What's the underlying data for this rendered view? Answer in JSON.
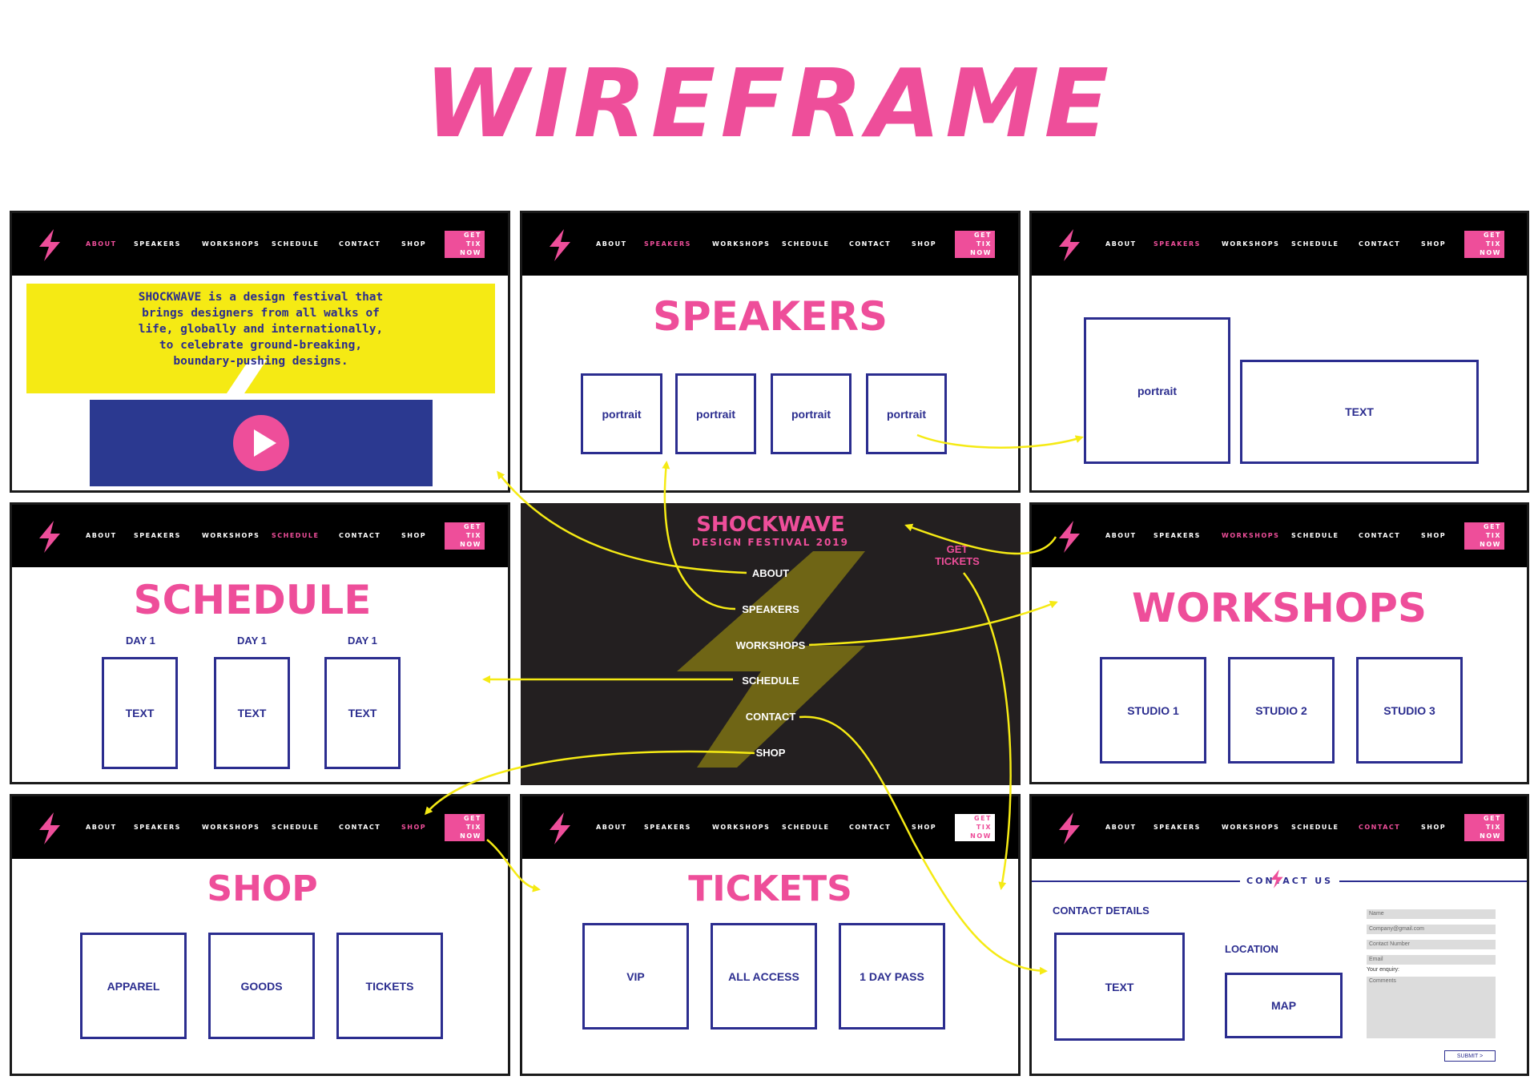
{
  "title": "WIREFRAME",
  "nav": {
    "about": "ABOUT",
    "speakers": "SPEAKERS",
    "workshops": "WORKSHOPS",
    "schedule": "SCHEDULE",
    "contact": "CONTACT",
    "shop": "SHOP",
    "tix_line1": "GET",
    "tix_line2": "TIX",
    "tix_line3": "NOW"
  },
  "about": {
    "intro": "SHOCKWAVE is a design festival that brings designers from all walks of life, globally and internationally, to celebrate ground-breaking, boundary-pushing designs."
  },
  "speakers": {
    "heading": "SPEAKERS",
    "portrait": "portrait"
  },
  "speaker_detail": {
    "portrait": "portrait",
    "text": "TEXT"
  },
  "schedule": {
    "heading": "SCHEDULE",
    "day": "DAY 1",
    "text": "TEXT"
  },
  "home": {
    "logo_line1": "SHOCKWAVE",
    "logo_line2": "DESIGN FESTIVAL 2019",
    "menu": [
      "ABOUT",
      "SPEAKERS",
      "WORKSHOPS",
      "SCHEDULE",
      "CONTACT",
      "SHOP"
    ],
    "get_tickets_line1": "GET",
    "get_tickets_line2": "TICKETS"
  },
  "workshops": {
    "heading": "WORKSHOPS",
    "studios": [
      "STUDIO 1",
      "STUDIO 2",
      "STUDIO 3"
    ]
  },
  "shop": {
    "heading": "SHOP",
    "items": [
      "APPAREL",
      "GOODS",
      "TICKETS"
    ]
  },
  "tickets": {
    "heading": "TICKETS",
    "items": [
      "VIP",
      "ALL ACCESS",
      "1 DAY PASS"
    ]
  },
  "contact": {
    "heading": "CONTACT US",
    "details_label": "CONTACT DETAILS",
    "text": "TEXT",
    "location_label": "LOCATION",
    "map": "MAP",
    "form_name": "Name",
    "form_email": "Company@gmail.com",
    "form_phone": "Contact Number",
    "form_extra": "Email",
    "enquiry_label": "Your enquiry:",
    "form_comments": "Comments",
    "submit": "SUBMIT >"
  },
  "colors": {
    "pink": "#ee4e9a",
    "navy": "#2b2d8f",
    "yellow": "#f5ea14",
    "blue": "#2b3990",
    "dark": "#231f20"
  }
}
